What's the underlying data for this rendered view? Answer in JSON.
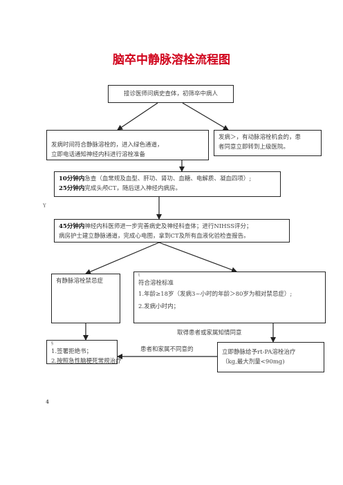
{
  "title": "脑卒中静脉溶栓流程图",
  "boxes": {
    "intake": "接诊医师问病史查体，初筛卒中病人",
    "green_channel": {
      "line1": "发病时间符合静脉溶栓的，进入绿色通道，",
      "line2": "立即电话通知神经内科进行溶栓准备"
    },
    "transfer": {
      "line1": "发病＞，有动脉溶栓机会的，患",
      "line2": "者同意立即转到上级医院。"
    },
    "ten_min": {
      "bold1": "10分钟内",
      "text1": "急查（血常规及血型、肝功、肾功、血糖、电解质、凝血四项）;",
      "bold2": "25分钟内",
      "text2": "完成头颅CT，随后送入神经内病房。"
    },
    "forty_five": {
      "bold1": "45分钟内",
      "text1": "神经内科医师进一步完善病史及神经科查体；进行NIHSS评分；",
      "line2": "病房护士建立静脉通道，完成心电图，拿到CT及所有血液化验检查报告。"
    },
    "contraindication": "有静脉溶栓禁忌症",
    "criteria": {
      "mark": "t",
      "heading": "符合溶栓标准",
      "item1": "1.年龄≥18岁（发病3~小时的年龄＞80岁为相对禁忌症）;",
      "item2": "2.发病小时内；"
    },
    "refuse": {
      "mark": "§",
      "item1": "1.签署拒绝书；",
      "item2": "2.按照急性脑梗死常规治疗"
    },
    "treat": {
      "line1": "立即静脉给予rt-PA溶栓治疗",
      "line2": "（kg,最大剂量<90mg)"
    }
  },
  "labels": {
    "consent": "取得患者或家属知情同意",
    "refused": "患者和家属不同意的"
  },
  "marks": {
    "mark1": "Y",
    "mark2": "4"
  }
}
